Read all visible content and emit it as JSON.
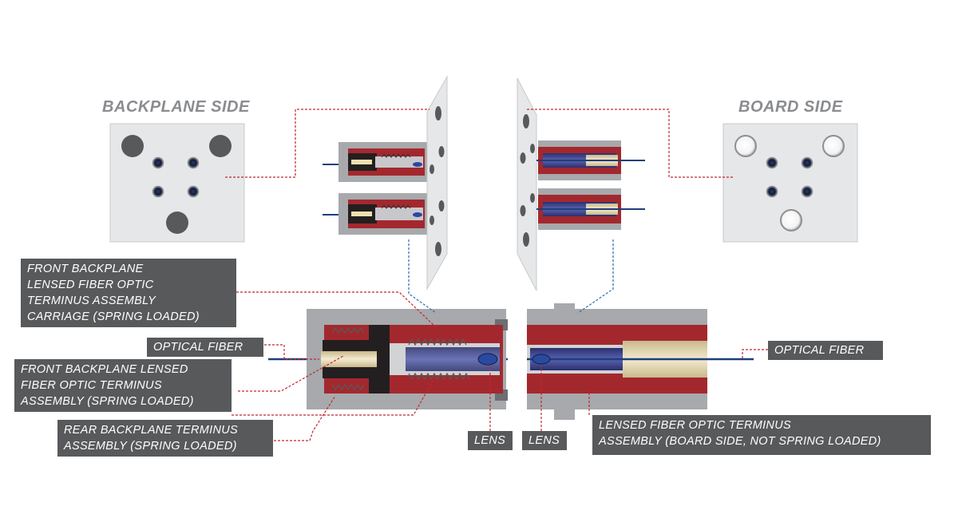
{
  "titles": {
    "backplane": "BACKPLANE SIDE",
    "board": "BOARD SIDE"
  },
  "callouts": {
    "carriage": [
      "FRONT BACKPLANE",
      "LENSED FIBER OPTIC",
      "TERMINUS ASSEMBLY",
      "CARRIAGE (SPRING LOADED)"
    ],
    "optical_fiber_left": "OPTICAL FIBER",
    "front_terminus": [
      "FRONT BACKPLANE LENSED",
      "FIBER OPTIC TERMINUS",
      "ASSEMBLY (SPRING LOADED)"
    ],
    "rear_terminus": [
      "REAR BACKPLANE TERMINUS",
      "ASSEMBLY (SPRING LOADED)"
    ],
    "lens_left": "LENS",
    "lens_right": "LENS",
    "optical_fiber_right": "OPTICAL FIBER",
    "board_terminus": [
      "LENSED FIBER OPTIC TERMINUS",
      "ASSEMBLY (BOARD SIDE, NOT SPRING LOADED)"
    ]
  },
  "colors": {
    "panel": "#e6e7e8",
    "housing": "#a7a9ac",
    "sleeve": "#a3282e",
    "fiber": "#1d3f7a",
    "ferrule": "#efe0b0",
    "leader_red": "#c1272d",
    "leader_blue": "#2b6cb0",
    "label_bg": "#58595b"
  },
  "icons": {
    "backplane_face": "connector-face-dark-pins",
    "board_face": "connector-face-light-pins",
    "spring": "spring-coil-icon",
    "lens": "lens-ellipse-icon"
  }
}
